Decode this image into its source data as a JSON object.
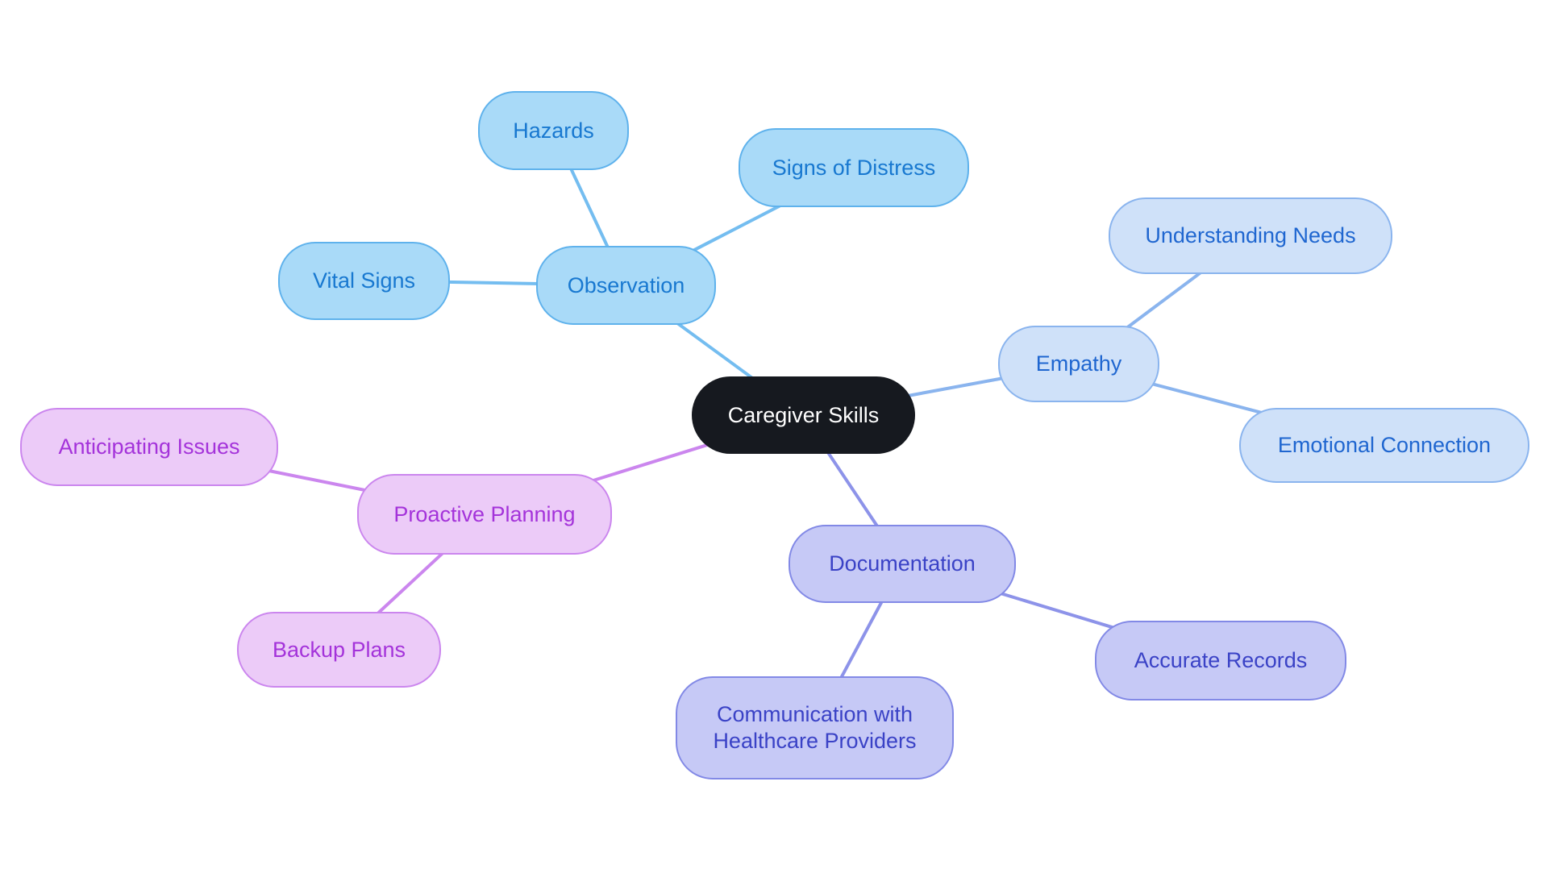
{
  "diagram": {
    "type": "mindmap",
    "root_label": "Caregiver Skills",
    "structure": [
      {
        "branch": "Observation",
        "children": [
          "Hazards",
          "Signs of Distress",
          "Vital Signs"
        ]
      },
      {
        "branch": "Empathy",
        "children": [
          "Understanding Needs",
          "Emotional Connection"
        ]
      },
      {
        "branch": "Documentation",
        "children": [
          "Accurate Records",
          "Communication with Healthcare Providers"
        ]
      },
      {
        "branch": "Proactive Planning",
        "children": [
          "Anticipating Issues",
          "Backup Plans"
        ]
      }
    ]
  },
  "nodes": {
    "root": {
      "label": "Caregiver Skills"
    },
    "observation": {
      "label": "Observation"
    },
    "hazards": {
      "label": "Hazards"
    },
    "signs_of_distress": {
      "label": "Signs of Distress"
    },
    "vital_signs": {
      "label": "Vital Signs"
    },
    "empathy": {
      "label": "Empathy"
    },
    "understanding_needs": {
      "label": "Understanding Needs"
    },
    "emotional_connection": {
      "label": "Emotional Connection"
    },
    "documentation": {
      "label": "Documentation"
    },
    "accurate_records": {
      "label": "Accurate Records"
    },
    "communication_with_healthcare_providers": {
      "label": "Communication with Healthcare Providers"
    },
    "proactive_planning": {
      "label": "Proactive Planning"
    },
    "anticipating_issues": {
      "label": "Anticipating Issues"
    },
    "backup_plans": {
      "label": "Backup Plans"
    }
  },
  "colors": {
    "background": "#ffffff",
    "root_fill": "#16191f",
    "root_text": "#ffffff",
    "observation_fill": "#a9daf8",
    "observation_border": "#5fb2ec",
    "observation_text": "#1878d0",
    "observation_line": "#74bdf0",
    "empathy_fill": "#cfe1f9",
    "empathy_border": "#8ab4ee",
    "empathy_text": "#1f66d0",
    "empathy_line": "#8ab4ee",
    "documentation_fill": "#c6c9f6",
    "documentation_border": "#8289e6",
    "documentation_text": "#3a42c6",
    "documentation_line": "#8d93e9",
    "proactive_fill": "#eccbf8",
    "proactive_border": "#cb86ee",
    "proactive_text": "#a433da",
    "proactive_line": "#cb86ee"
  }
}
